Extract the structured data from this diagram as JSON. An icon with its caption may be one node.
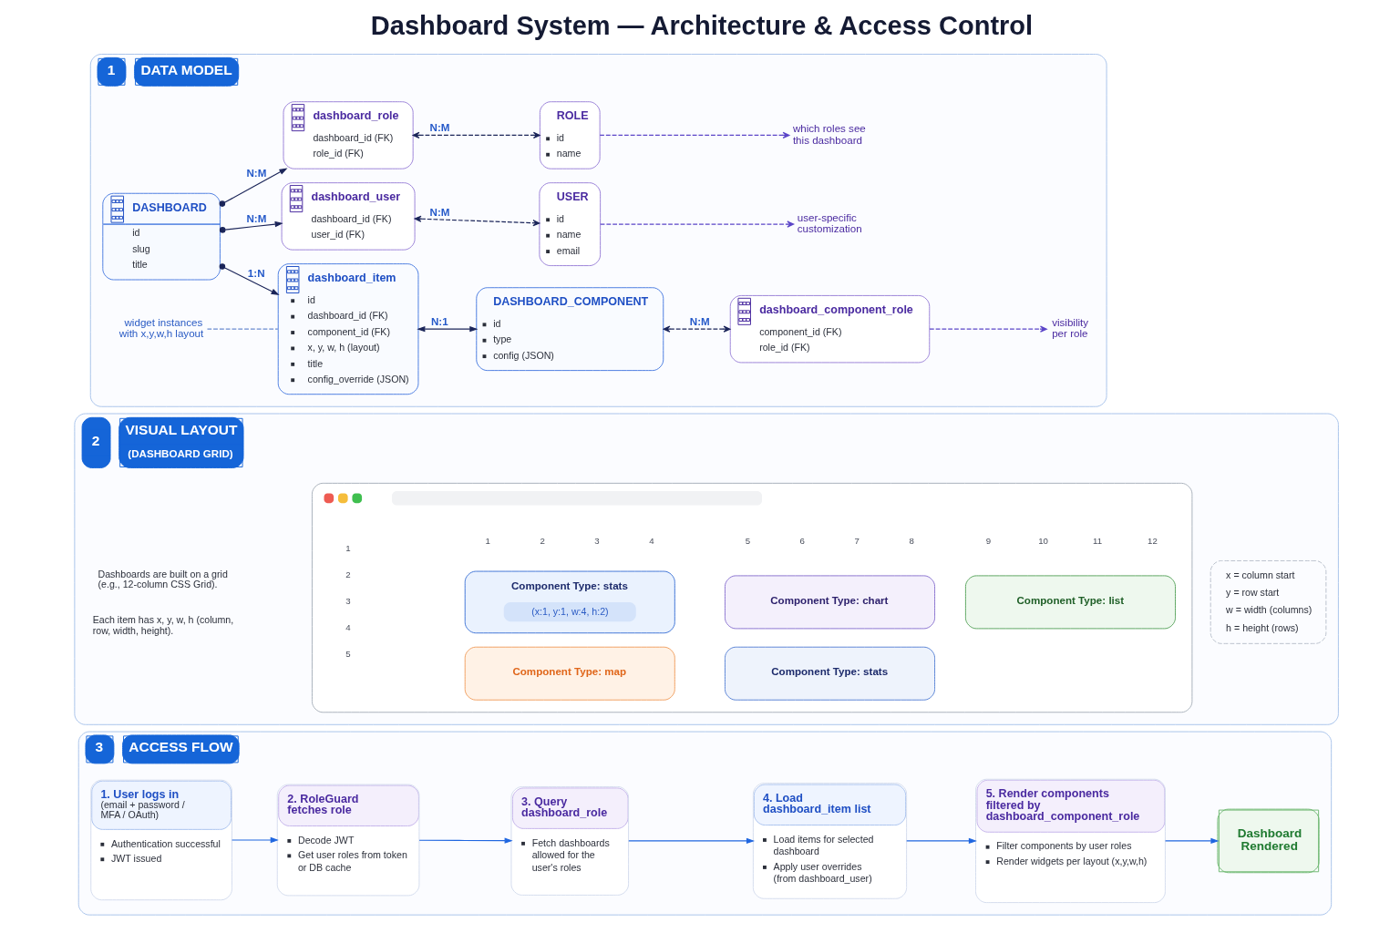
{
  "diagram": {
    "title": "Dashboard System — Architecture & Access Control",
    "nodes": [
      {
        "text": [
          "1",
          "DATA MODEL"
        ]
      },
      {
        "text": [
          "DASHBOARD",
          "id",
          "slug",
          "title"
        ],
        "in": 0
      },
      {
        "text": [
          "dashboard_role",
          "dashboard_id (FK)",
          "role_id (FK)"
        ],
        "in": 0
      },
      {
        "text": [
          "dashboard_user",
          "dashboard_id (FK)",
          "user_id (FK)"
        ],
        "in": 0
      },
      {
        "text": [
          "dashboard_item",
          "id",
          "dashboard_id (FK)",
          "component_id (FK)",
          "x, y, w, h (layout)",
          "title",
          "config_override (JSON)"
        ],
        "in": 0
      },
      {
        "text": [
          "ROLE",
          "id",
          "name"
        ],
        "in": 0
      },
      {
        "text": [
          "USER",
          "id",
          "name",
          "email"
        ],
        "in": 0
      },
      {
        "text": [
          "DASHBOARD_COMPONENT",
          "id",
          "type",
          "config (JSON)"
        ],
        "in": 0
      },
      {
        "text": [
          "dashboard_component_role",
          "component_id (FK)",
          "role_id (FK)"
        ],
        "in": 0
      },
      {
        "text": [
          "which roles see this dashboard"
        ],
        "in": 0
      },
      {
        "text": [
          "user-specific customization"
        ],
        "in": 0
      },
      {
        "text": [
          "visibility per role"
        ],
        "in": 0
      },
      {
        "text": [
          "widget instances with x,y,w,h layout"
        ],
        "in": 0
      },
      {
        "text": [
          "2",
          "VISUAL LAYOUT",
          "(DASHBOARD GRID)"
        ]
      },
      {
        "text": [],
        "shape": "box",
        "in": 13
      },
      {
        "text": [
          "Component Type: stats",
          "(x:1, y:1, w:4, h:2)"
        ],
        "in": 14
      },
      {
        "text": [
          "Component Type: chart"
        ],
        "in": 14
      },
      {
        "text": [
          "Component Type: list"
        ],
        "in": 14
      },
      {
        "text": [
          "Component Type: map"
        ],
        "in": 14
      },
      {
        "text": [
          "Component Type: stats"
        ],
        "in": 14
      },
      {
        "text": [
          "x = column start",
          "y = row start",
          "w = width (columns)",
          "h = height (rows)"
        ],
        "in": 13
      },
      {
        "text": [
          "3",
          "ACCESS FLOW"
        ]
      },
      {
        "text": [
          "1. User logs in",
          "(email + password / MFA / OAuth)",
          "Authentication successful",
          "JWT issued"
        ],
        "in": 21
      },
      {
        "text": [
          "2. RoleGuard fetches role",
          "Decode JWT",
          "Get user roles from token or DB cache"
        ],
        "in": 21
      },
      {
        "text": [
          "3. Query dashboard_role",
          "Fetch dashboards allowed for the user's roles"
        ],
        "in": 21
      },
      {
        "text": [
          "4. Load dashboard_item list",
          "Load items for selected dashboard",
          "Apply user overrides (from dashboard_user)"
        ],
        "in": 21
      },
      {
        "text": [
          "5. Render components filtered by dashboard_component_role",
          "Filter components by user roles",
          "Render widgets per layout (x,y,w,h)"
        ],
        "in": 21
      },
      {
        "text": [
          "Dashboard Rendered"
        ],
        "in": 21
      }
    ],
    "edges": [
      {
        "from": 1,
        "to": 2,
        "arrow": "to",
        "label": "N:M"
      },
      {
        "from": 1,
        "to": 3,
        "arrow": "to",
        "label": "N:M"
      },
      {
        "from": 1,
        "to": 4,
        "arrow": "to",
        "label": "1:N"
      },
      {
        "from": 2,
        "to": 5,
        "arrow": "both",
        "label": "N:M",
        "style": "dashed"
      },
      {
        "from": 3,
        "to": 6,
        "arrow": "both",
        "label": "N:M",
        "style": "dashed"
      },
      {
        "from": 4,
        "to": 7,
        "arrow": "both",
        "label": "N:1"
      },
      {
        "from": 7,
        "to": 8,
        "arrow": "both",
        "label": "N:M",
        "style": "dashed"
      },
      {
        "from": 5,
        "to": 9,
        "arrow": "to",
        "style": "dashed",
        "color": "#5b45c8"
      },
      {
        "from": 6,
        "to": 10,
        "arrow": "to",
        "style": "dashed",
        "color": "#5b45c8"
      },
      {
        "from": 8,
        "to": 11,
        "arrow": "to",
        "style": "dashed",
        "color": "#5b45c8"
      },
      {
        "from": 12,
        "to": 4,
        "arrow": "none",
        "style": "dashed",
        "color": "#6b8ad0"
      },
      {
        "from": 22,
        "to": 23,
        "arrow": "to",
        "color": "#1f66e0"
      },
      {
        "from": 23,
        "to": 24,
        "arrow": "to",
        "color": "#1f66e0"
      },
      {
        "from": 24,
        "to": 25,
        "arrow": "to",
        "color": "#1f66e0"
      },
      {
        "from": 25,
        "to": 26,
        "arrow": "to",
        "color": "#1f66e0"
      },
      {
        "from": 26,
        "to": 27,
        "arrow": "to",
        "color": "#1f66e0"
      }
    ],
    "labels": [
      "Dashboards are built on a grid (e.g., 12-column CSS Grid).",
      "Each item has x, y, w, h (column, row, width, height).",
      "1",
      "2",
      "3",
      "4",
      "5",
      "6",
      "7",
      "8",
      "9",
      "10",
      "11",
      "12",
      "1",
      "2",
      "3",
      "4",
      "5"
    ]
  }
}
